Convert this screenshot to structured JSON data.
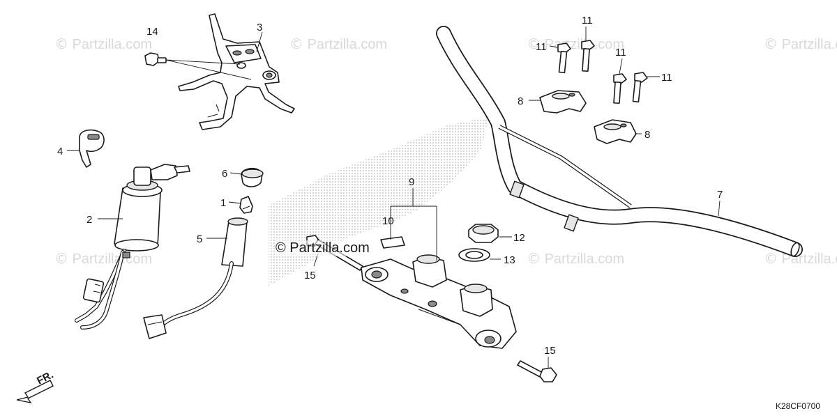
{
  "watermark": {
    "symbol": "©",
    "text": "Partzilla.com"
  },
  "highlight_watermark": "© Partzilla.com",
  "diagram_code": "K28CF0700",
  "front_indicator": "FR.",
  "callouts": {
    "p1": "1",
    "p2": "2",
    "p3": "3",
    "p4": "4",
    "p5": "5",
    "p6": "6",
    "p7": "7",
    "p8a": "8",
    "p8b": "8",
    "p9": "9",
    "p10": "10",
    "p11a": "11",
    "p11b": "11",
    "p11c": "11",
    "p11d": "11",
    "p12": "12",
    "p13": "13",
    "p14": "14",
    "p15a": "15",
    "p15b": "15"
  }
}
